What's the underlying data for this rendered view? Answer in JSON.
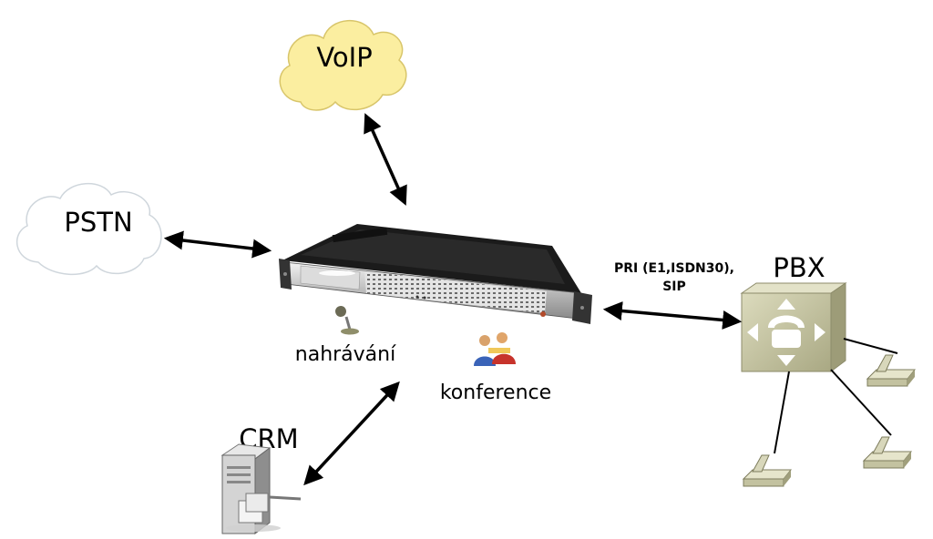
{
  "nodes": {
    "voip": {
      "label": "VoIP",
      "icon": "cloud-icon",
      "fill": "#fbeea0",
      "stroke": "#d8c56a"
    },
    "pstn": {
      "label": "PSTN",
      "icon": "cloud-icon",
      "fill": "#ffffff",
      "stroke": "#cfd6dc"
    },
    "pbx": {
      "label": "PBX",
      "icon": "pbx-switch-icon",
      "fill": "#c7c6a3"
    },
    "crm": {
      "label": "CRM",
      "icon": "server-icon"
    },
    "server": {
      "icon": "rack-server-icon"
    }
  },
  "features": {
    "recording": {
      "label": "nahrávání",
      "icon": "microphone-icon"
    },
    "conference": {
      "label": "konference",
      "icon": "people-icon"
    }
  },
  "links": {
    "pbx_link": {
      "line1": "PRI (E1,ISDN30),",
      "line2": "SIP"
    }
  },
  "phones": {
    "count": 3,
    "icon": "phone-icon"
  }
}
